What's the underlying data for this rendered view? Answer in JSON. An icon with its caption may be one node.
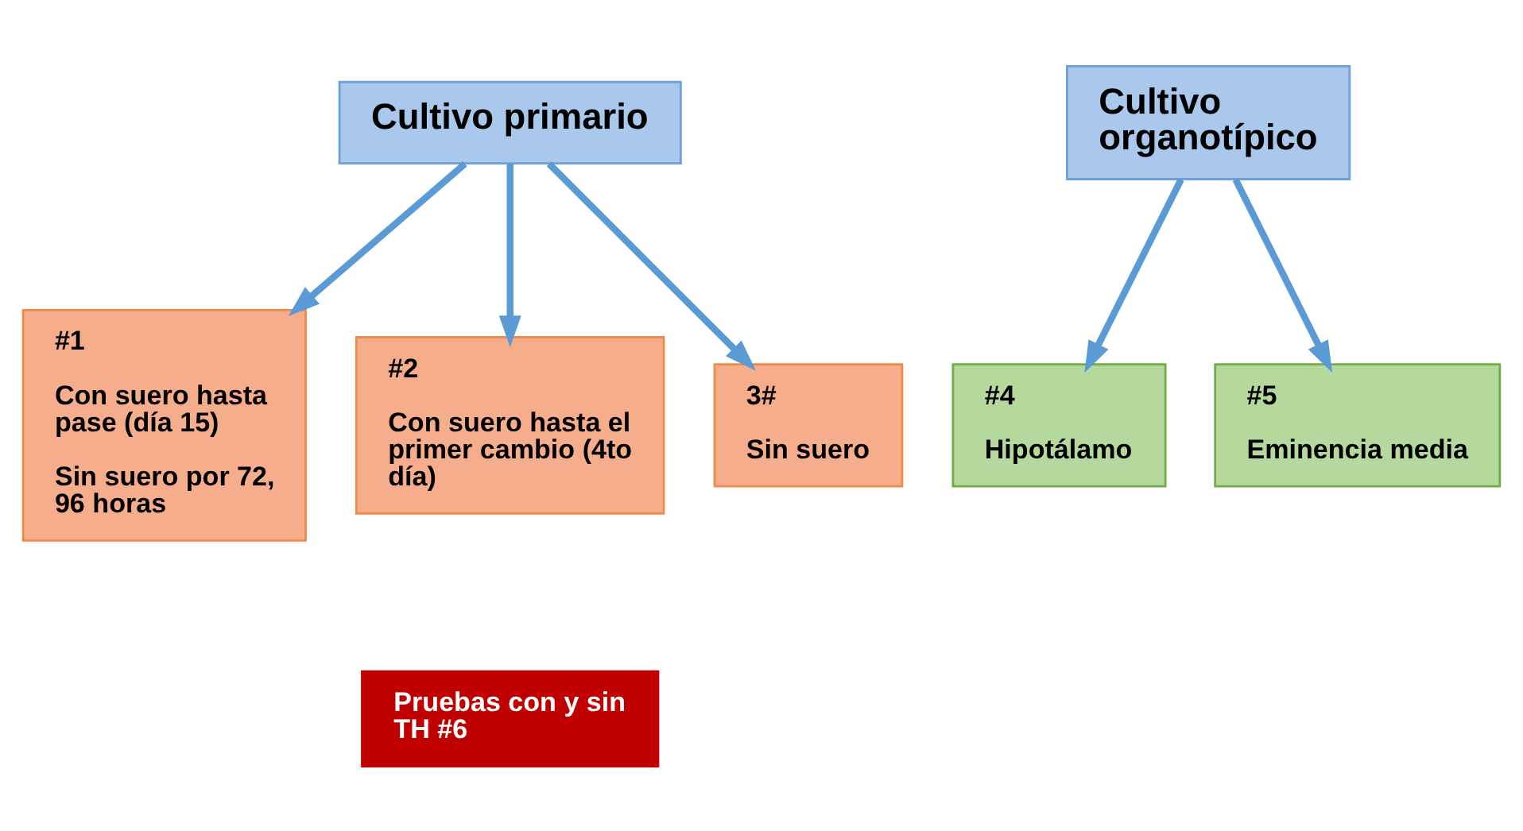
{
  "diagram": {
    "nodes": [
      {
        "text": [
          "Cultivo primario"
        ]
      },
      {
        "text": [
          "Cultivo organotípico"
        ]
      },
      {
        "text": [
          "#1",
          "Con suero hasta pase (día 15)",
          "Sin suero por 72, 96 horas"
        ]
      },
      {
        "text": [
          "#2",
          "Con suero hasta el primer cambio (4to día)"
        ]
      },
      {
        "text": [
          "3#",
          "Sin suero"
        ]
      },
      {
        "text": [
          "#4",
          "Hipotálamo"
        ]
      },
      {
        "text": [
          "#5",
          "Eminencia media"
        ]
      },
      {
        "text": [
          "Pruebas con y sin TH #6"
        ]
      }
    ],
    "edges": [
      {
        "from": 0,
        "to": 2,
        "arrow": "to"
      },
      {
        "from": 0,
        "to": 3,
        "arrow": "to"
      },
      {
        "from": 0,
        "to": 4,
        "arrow": "to"
      },
      {
        "from": 1,
        "to": 5,
        "arrow": "to"
      },
      {
        "from": 1,
        "to": 6,
        "arrow": "to"
      }
    ]
  }
}
